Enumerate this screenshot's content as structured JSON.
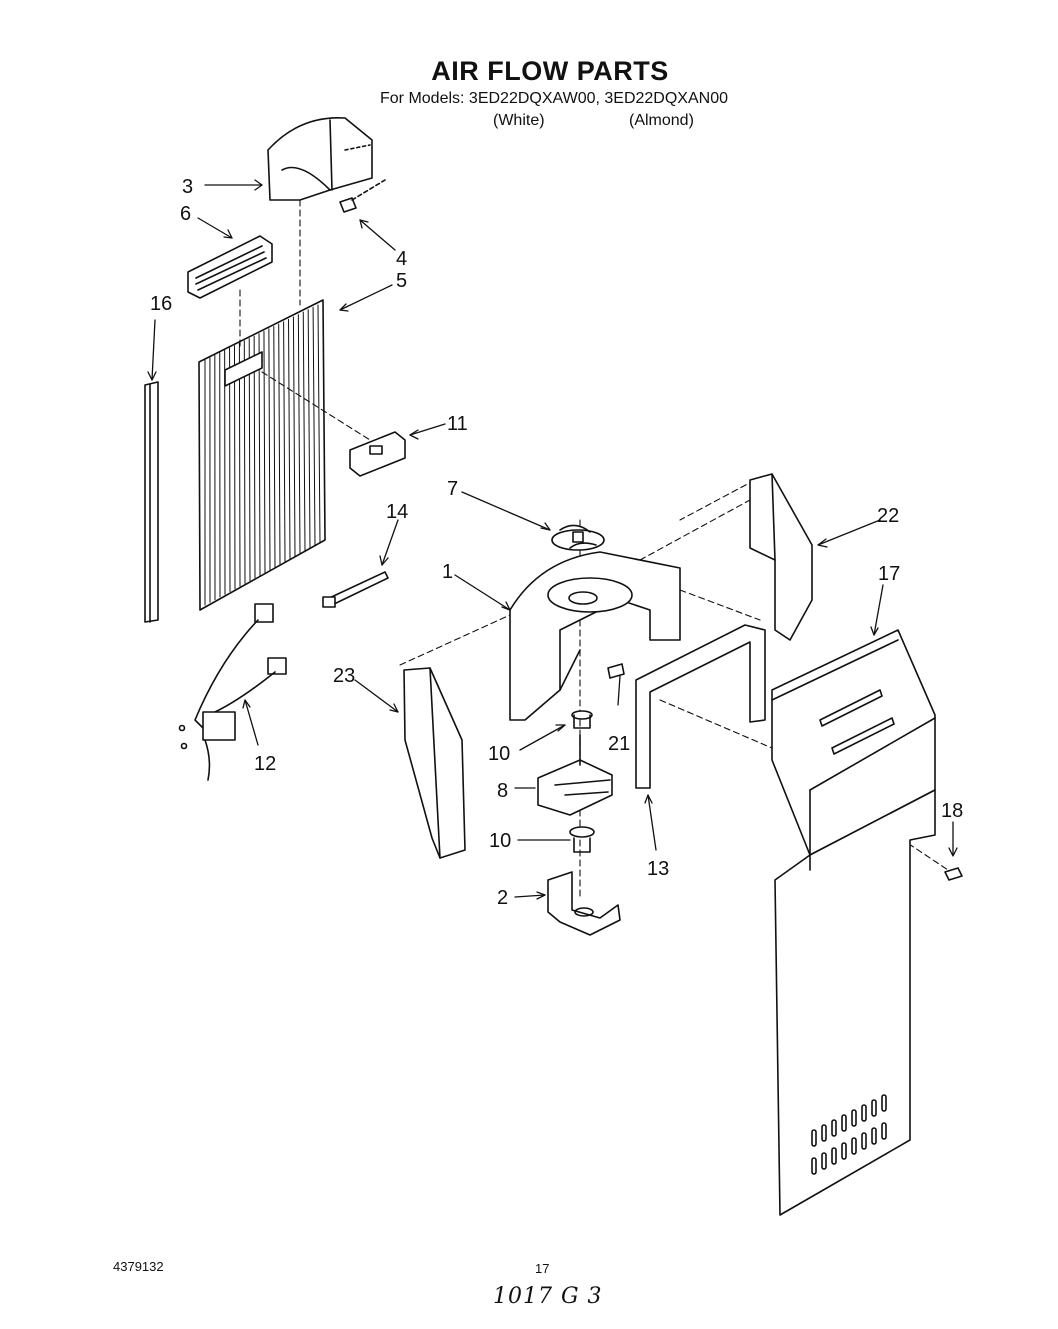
{
  "title": "AIR FLOW PARTS",
  "models_line": "For Models: 3ED22DQXAW00, 3ED22DQXAN00",
  "variant_white": "(White)",
  "variant_almond": "(Almond)",
  "footer_code": "4379132",
  "page_number": "17",
  "handwritten_note": "1017 G 3",
  "callouts": [
    "1",
    "2",
    "3",
    "4",
    "5",
    "6",
    "7",
    "8",
    "10",
    "10",
    "11",
    "12",
    "13",
    "14",
    "16",
    "17",
    "18",
    "21",
    "22",
    "23"
  ]
}
